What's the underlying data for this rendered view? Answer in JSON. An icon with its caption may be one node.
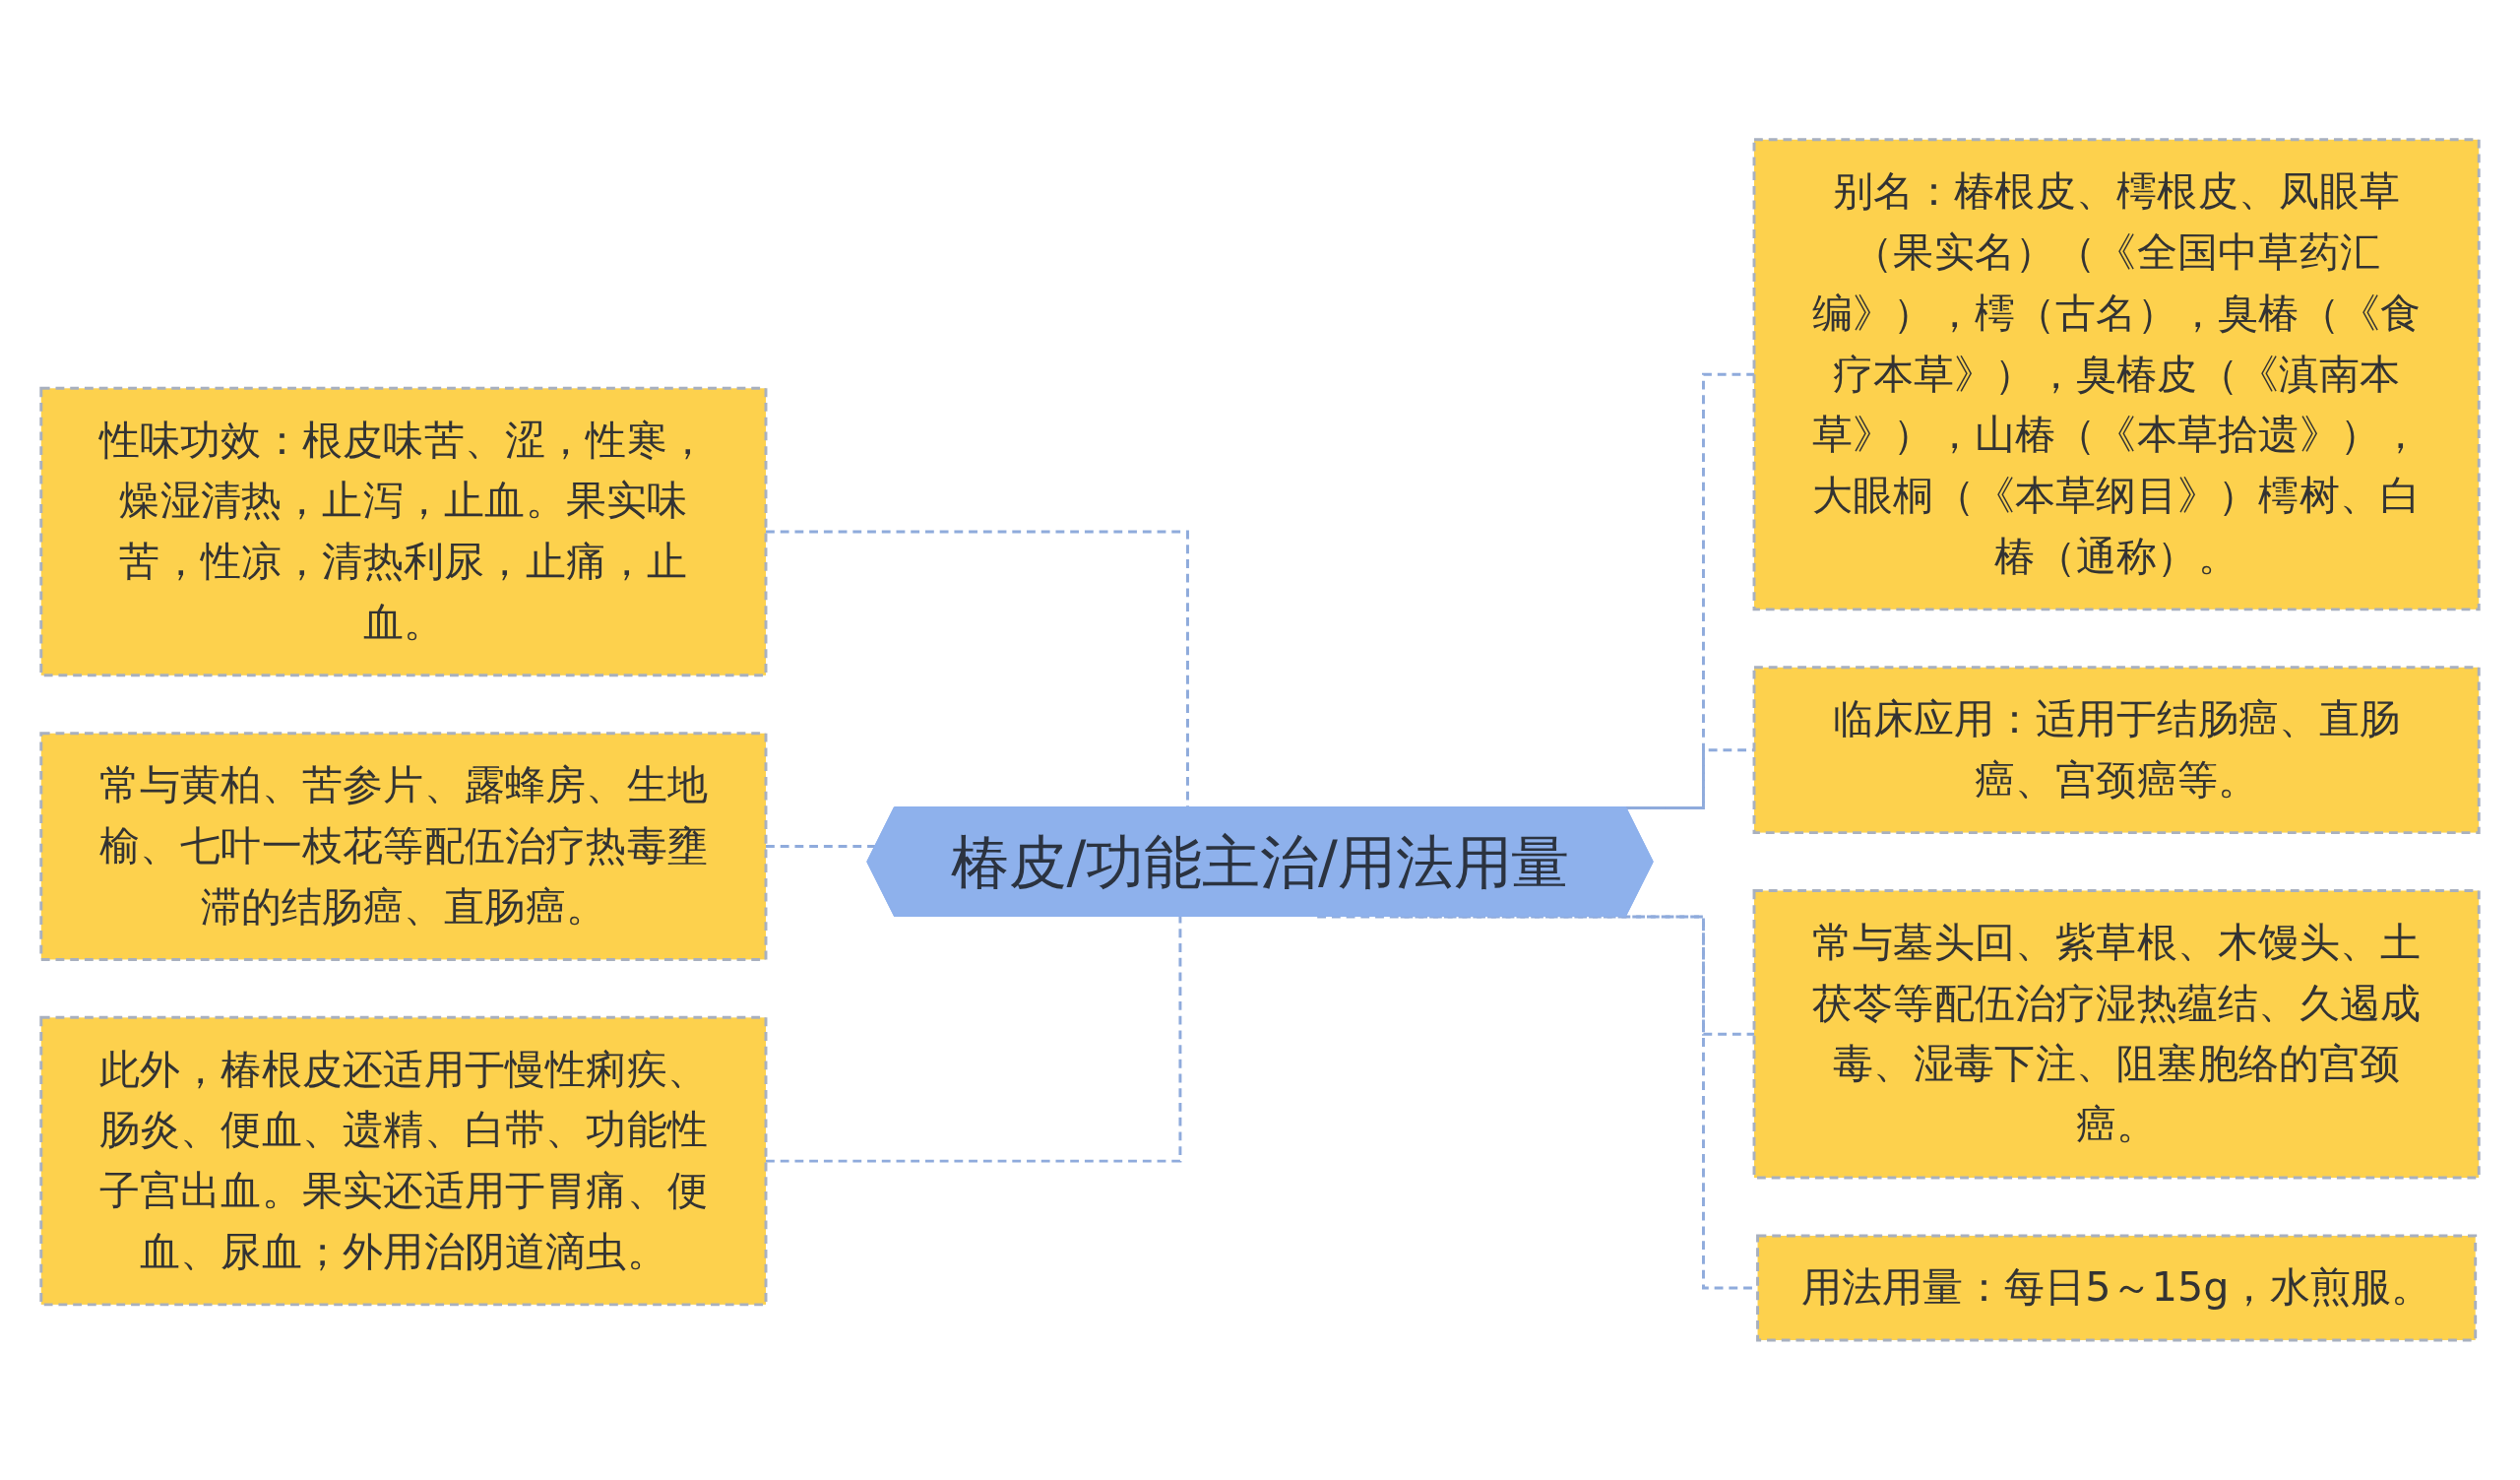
{
  "diagram": {
    "nodes": [
      {
        "text": [
          "椿皮/功能主治/用法用量"
        ]
      },
      {
        "text": [
          "性味功效：根皮味苦、涩，性寒，燥湿清热，止泻，止血。果实味苦，性凉，清热利尿，止痛，止血。"
        ]
      },
      {
        "text": [
          "常与黄柏、苦参片、露蜂房、生地榆、七叶一枝花等配伍治疗热毒壅滞的结肠癌、直肠癌。"
        ]
      },
      {
        "text": [
          "此外，椿根皮还适用于慢性痢疾、肠炎、便血、遗精、白带、功能性子宫出血。果实还适用于胃痛、便血、尿血；外用治阴道滴虫。"
        ]
      },
      {
        "text": [
          "别名：椿根皮、樗根皮、凤眼草（果实名）（《全国中草药汇编》），樗（古名），臭椿（《食疗本草》），臭椿皮（《滇南本草》），山椿（《本草拾遗》），大眼桐（《本草纲目》）樗树、白椿（通称）。"
        ]
      },
      {
        "text": [
          "临床应用：适用于结肠癌、直肠癌、宫颈癌等。"
        ]
      },
      {
        "text": [
          "常与墓头回、紫草根、木馒头、土茯苓等配伍治疗湿热蕴结、久遏成毒、湿毒下注、阻塞胞络的宫颈癌。"
        ]
      },
      {
        "text": [
          "用法用量：每日5～15g，水煎服。"
        ]
      }
    ],
    "edges": [
      {
        "from": 0,
        "to": 1,
        "arrow": "none",
        "style": "dashed"
      },
      {
        "from": 0,
        "to": 2,
        "arrow": "none",
        "style": "dashed"
      },
      {
        "from": 0,
        "to": 3,
        "arrow": "none",
        "style": "dashed"
      },
      {
        "from": 0,
        "to": 4,
        "arrow": "none",
        "style": "dashed"
      },
      {
        "from": 0,
        "to": 5,
        "arrow": "none",
        "style": "dashed"
      },
      {
        "from": 0,
        "to": 6,
        "arrow": "none",
        "style": "dashed"
      },
      {
        "from": 0,
        "to": 7,
        "arrow": "none",
        "style": "dashed"
      }
    ]
  }
}
